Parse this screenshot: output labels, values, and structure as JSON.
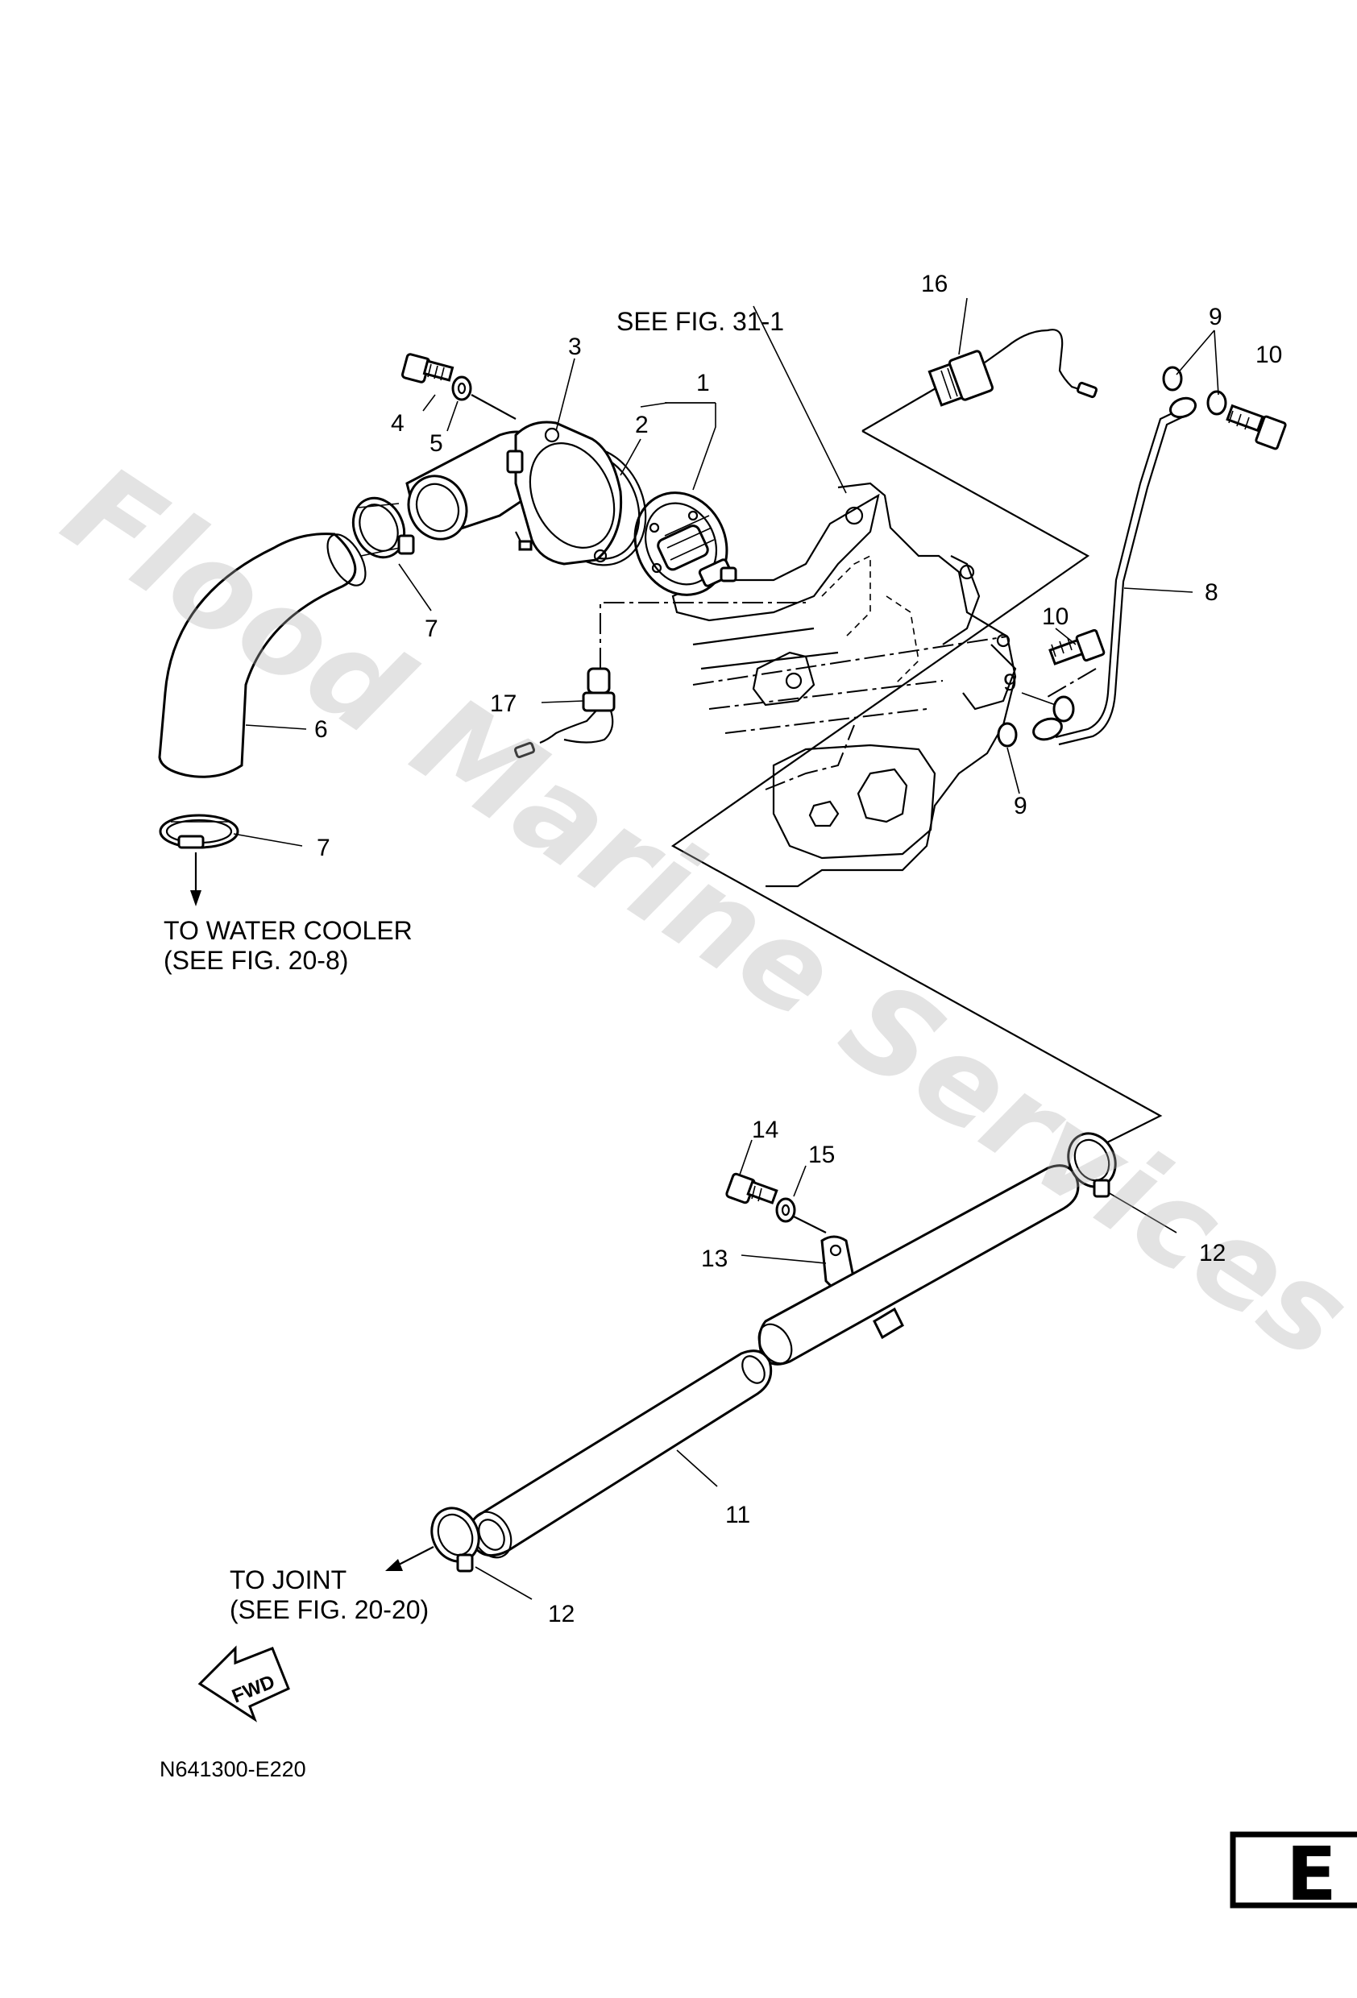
{
  "labels": {
    "p1": "1",
    "p2": "2",
    "p3": "3",
    "p4": "4",
    "p5": "5",
    "p6": "6",
    "p7a": "7",
    "p7b": "7",
    "p8": "8",
    "p9a": "9",
    "p9b": "9",
    "p9c": "9",
    "p10a": "10",
    "p10b": "10",
    "p11": "11",
    "p12a": "12",
    "p12b": "12",
    "p13": "13",
    "p14": "14",
    "p15": "15",
    "p16": "16",
    "p17": "17"
  },
  "notes": {
    "see_fig_31_1": "SEE FIG. 31-1",
    "water_cooler_line1": "TO WATER COOLER",
    "water_cooler_line2": "(SEE FIG. 20-8)",
    "joint_line1": "TO JOINT",
    "joint_line2": "(SEE FIG. 20-20)"
  },
  "fwd_badge": "FWD",
  "drawing_code": "N641300-E220",
  "section_letter": "E",
  "watermark": "Flood Marine Services",
  "icons": [
    "fwd-arrow-icon",
    "flow-arrow-icon"
  ]
}
